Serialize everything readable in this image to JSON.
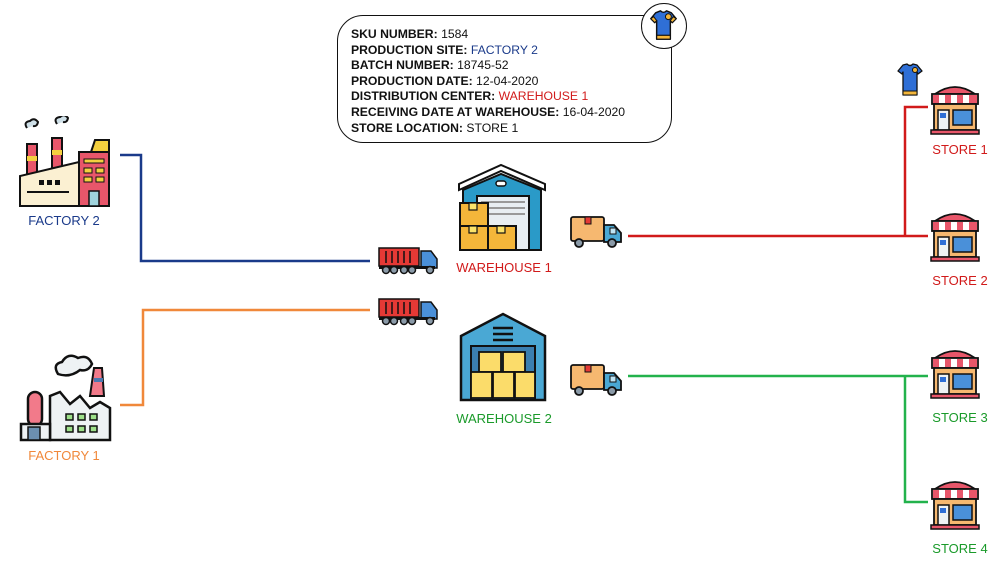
{
  "info_card": {
    "rows": [
      {
        "label": "SKU NUMBER:",
        "value": "1584",
        "value_color": "#111111"
      },
      {
        "label": "PRODUCTION SITE:",
        "value": "FACTORY 2",
        "value_color": "#1a3a8a"
      },
      {
        "label": "BATCH NUMBER:",
        "value": "18745-52",
        "value_color": "#111111"
      },
      {
        "label": "PRODUCTION DATE:",
        "value": "12-04-2020",
        "value_color": "#111111"
      },
      {
        "label": "DISTRIBUTION CENTER:",
        "value": "WAREHOUSE 1",
        "value_color": "#d11a1a"
      },
      {
        "label": "RECEIVING DATE AT WAREHOUSE:",
        "value": "16-04-2020",
        "value_color": "#111111"
      },
      {
        "label": "STORE LOCATION:",
        "value": "STORE 1",
        "value_color": "#111111"
      }
    ],
    "badge_icon": "tshirt-icon"
  },
  "nodes": {
    "factory2": {
      "label": "FACTORY 2",
      "color": "#1a3a8a",
      "icon": "factory-icon"
    },
    "factory1": {
      "label": "FACTORY 1",
      "color": "#f0883a",
      "icon": "factory-icon"
    },
    "warehouse1": {
      "label": "WAREHOUSE 1",
      "color": "#d11a1a",
      "icon": "warehouse-icon"
    },
    "warehouse2": {
      "label": "WAREHOUSE 2",
      "color": "#1a9a2a",
      "icon": "warehouse-icon"
    },
    "store1": {
      "label": "STORE 1",
      "color": "#d11a1a",
      "icon": "store-icon"
    },
    "store2": {
      "label": "STORE 2",
      "color": "#d11a1a",
      "icon": "store-icon"
    },
    "store3": {
      "label": "STORE 3",
      "color": "#1a9a2a",
      "icon": "store-icon"
    },
    "store4": {
      "label": "STORE 4",
      "color": "#1a9a2a",
      "icon": "store-icon"
    }
  },
  "vehicles": {
    "truck_to_w1": "container-truck-icon",
    "truck_to_w2": "container-truck-icon",
    "van_from_w1": "delivery-van-icon",
    "van_from_w2": "delivery-van-icon"
  },
  "route_colors": {
    "factory2_route": "#1a3a8a",
    "factory1_route": "#f0883a",
    "warehouse1_route": "#d11a1a",
    "warehouse2_route": "#22b24c"
  }
}
